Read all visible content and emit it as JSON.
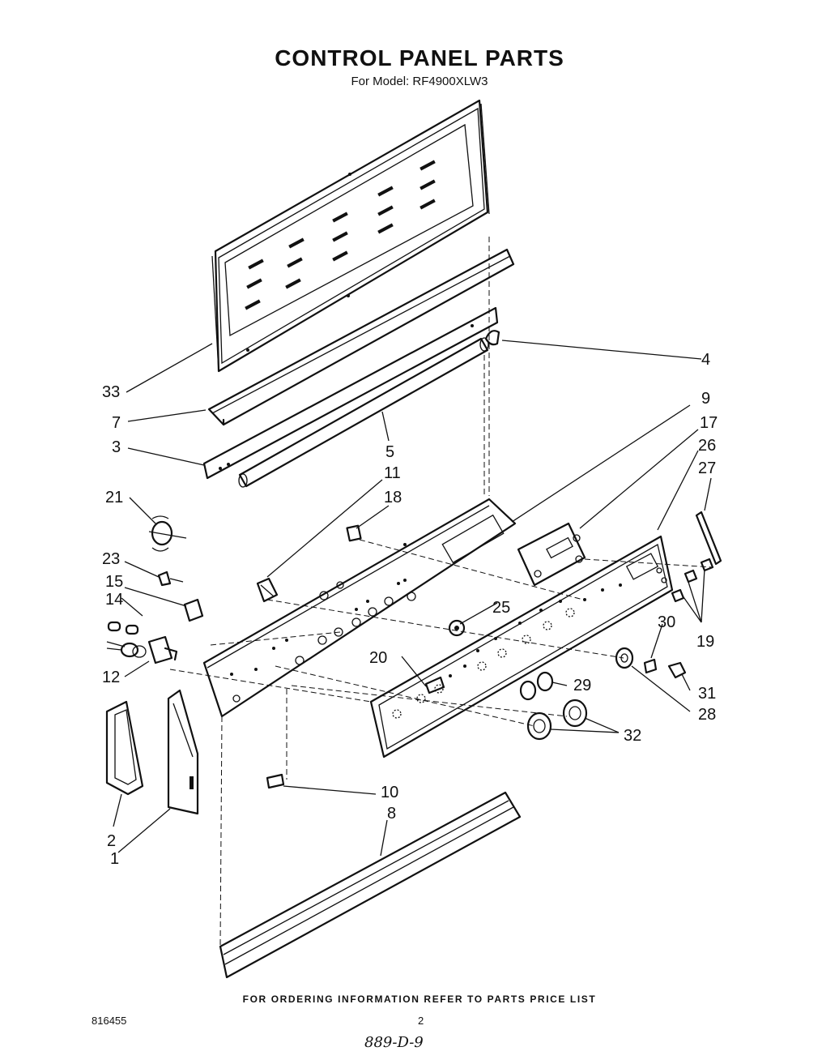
{
  "header": {
    "title": "CONTROL PANEL PARTS",
    "subtitle": "For Model: RF4900XLW3"
  },
  "footer": {
    "ordering_note": "FOR ORDERING INFORMATION REFER TO PARTS PRICE LIST",
    "document_number": "816455",
    "page_number": "2",
    "handwritten_note": "889-D-9"
  },
  "callouts": [
    {
      "id": "c33",
      "label": "33"
    },
    {
      "id": "c4",
      "label": "4"
    },
    {
      "id": "c7",
      "label": "7"
    },
    {
      "id": "c3",
      "label": "3"
    },
    {
      "id": "c5",
      "label": "5"
    },
    {
      "id": "c9",
      "label": "9"
    },
    {
      "id": "c17",
      "label": "17"
    },
    {
      "id": "c26",
      "label": "26"
    },
    {
      "id": "c27",
      "label": "27"
    },
    {
      "id": "c11",
      "label": "11"
    },
    {
      "id": "c18",
      "label": "18"
    },
    {
      "id": "c21",
      "label": "21"
    },
    {
      "id": "c23",
      "label": "23"
    },
    {
      "id": "c15",
      "label": "15"
    },
    {
      "id": "c14",
      "label": "14"
    },
    {
      "id": "c25",
      "label": "25"
    },
    {
      "id": "c20",
      "label": "20"
    },
    {
      "id": "c12",
      "label": "12"
    },
    {
      "id": "c30",
      "label": "30"
    },
    {
      "id": "c19",
      "label": "19"
    },
    {
      "id": "c29",
      "label": "29"
    },
    {
      "id": "c31",
      "label": "31"
    },
    {
      "id": "c28",
      "label": "28"
    },
    {
      "id": "c32",
      "label": "32"
    },
    {
      "id": "c10",
      "label": "10"
    },
    {
      "id": "c8",
      "label": "8"
    },
    {
      "id": "c2",
      "label": "2"
    },
    {
      "id": "c1",
      "label": "1"
    }
  ]
}
